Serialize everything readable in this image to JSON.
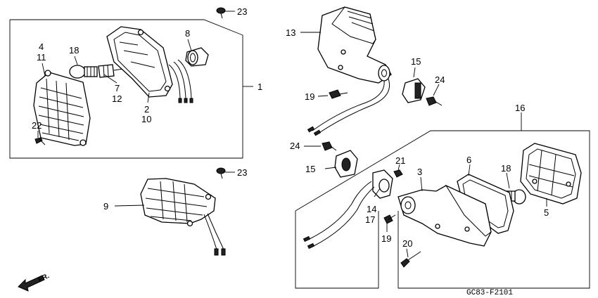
{
  "diagram": {
    "callouts": {
      "c1": "1",
      "c2": "2",
      "c3": "3",
      "c4": "4",
      "c5": "5",
      "c6": "6",
      "c7": "7",
      "c8": "8",
      "c9": "9",
      "c10": "10",
      "c11": "11",
      "c12": "12",
      "c13": "13",
      "c14": "14",
      "c15a": "15",
      "c15b": "15",
      "c16": "16",
      "c17": "17",
      "c18a": "18",
      "c18b": "18",
      "c19a": "19",
      "c19b": "19",
      "c20": "20",
      "c21": "21",
      "c22": "22",
      "c23a": "23",
      "c23b": "23",
      "c24a": "24",
      "c24b": "24"
    },
    "drawing_code": "GC83-F2101",
    "direction_label": "FR."
  }
}
